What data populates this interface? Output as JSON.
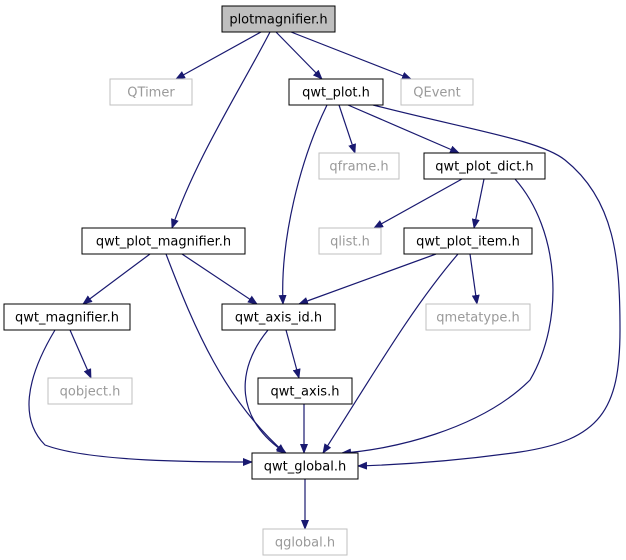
{
  "diagram": {
    "nodes": [
      {
        "id": "plotmagnifier_h",
        "label": "plotmagnifier.h",
        "style": "focus"
      },
      {
        "id": "QTimer",
        "label": "QTimer",
        "style": "external"
      },
      {
        "id": "qwt_plot_h",
        "label": "qwt_plot.h",
        "style": "normal"
      },
      {
        "id": "QEvent",
        "label": "QEvent",
        "style": "external"
      },
      {
        "id": "qframe_h",
        "label": "qframe.h",
        "style": "external"
      },
      {
        "id": "qwt_plot_dict_h",
        "label": "qwt_plot_dict.h",
        "style": "normal"
      },
      {
        "id": "qwt_plot_magnifier_h",
        "label": "qwt_plot_magnifier.h",
        "style": "normal"
      },
      {
        "id": "qlist_h",
        "label": "qlist.h",
        "style": "external"
      },
      {
        "id": "qwt_plot_item_h",
        "label": "qwt_plot_item.h",
        "style": "normal"
      },
      {
        "id": "qwt_magnifier_h",
        "label": "qwt_magnifier.h",
        "style": "normal"
      },
      {
        "id": "qwt_axis_id_h",
        "label": "qwt_axis_id.h",
        "style": "normal"
      },
      {
        "id": "qmetatype_h",
        "label": "qmetatype.h",
        "style": "external"
      },
      {
        "id": "qobject_h",
        "label": "qobject.h",
        "style": "external"
      },
      {
        "id": "qwt_axis_h",
        "label": "qwt_axis.h",
        "style": "normal"
      },
      {
        "id": "qwt_global_h",
        "label": "qwt_global.h",
        "style": "normal"
      },
      {
        "id": "qglobal_h",
        "label": "qglobal.h",
        "style": "external"
      }
    ],
    "edges": [
      {
        "from": "plotmagnifier_h",
        "to": "QTimer"
      },
      {
        "from": "plotmagnifier_h",
        "to": "qwt_plot_h"
      },
      {
        "from": "plotmagnifier_h",
        "to": "QEvent"
      },
      {
        "from": "plotmagnifier_h",
        "to": "qwt_plot_magnifier_h"
      },
      {
        "from": "qwt_plot_h",
        "to": "qframe_h"
      },
      {
        "from": "qwt_plot_h",
        "to": "qwt_plot_dict_h"
      },
      {
        "from": "qwt_plot_h",
        "to": "qwt_axis_id_h"
      },
      {
        "from": "qwt_plot_h",
        "to": "qwt_global_h"
      },
      {
        "from": "qwt_plot_dict_h",
        "to": "qlist_h"
      },
      {
        "from": "qwt_plot_dict_h",
        "to": "qwt_plot_item_h"
      },
      {
        "from": "qwt_plot_dict_h",
        "to": "qwt_global_h"
      },
      {
        "from": "qwt_plot_item_h",
        "to": "qwt_axis_id_h"
      },
      {
        "from": "qwt_plot_item_h",
        "to": "qmetatype_h"
      },
      {
        "from": "qwt_plot_item_h",
        "to": "qwt_global_h"
      },
      {
        "from": "qwt_plot_magnifier_h",
        "to": "qwt_magnifier_h"
      },
      {
        "from": "qwt_plot_magnifier_h",
        "to": "qwt_axis_id_h"
      },
      {
        "from": "qwt_plot_magnifier_h",
        "to": "qwt_global_h"
      },
      {
        "from": "qwt_magnifier_h",
        "to": "qobject_h"
      },
      {
        "from": "qwt_magnifier_h",
        "to": "qwt_global_h"
      },
      {
        "from": "qwt_axis_id_h",
        "to": "qwt_axis_h"
      },
      {
        "from": "qwt_axis_id_h",
        "to": "qwt_global_h"
      },
      {
        "from": "qwt_axis_h",
        "to": "qwt_global_h"
      },
      {
        "from": "qwt_global_h",
        "to": "qglobal_h"
      }
    ],
    "colors": {
      "edge": "#191970",
      "focus_fill": "#bfbfbf",
      "normal_border": "#000000",
      "external_border": "#bfbfbf",
      "external_text": "#9a9a9a",
      "normal_text": "#000000"
    }
  }
}
